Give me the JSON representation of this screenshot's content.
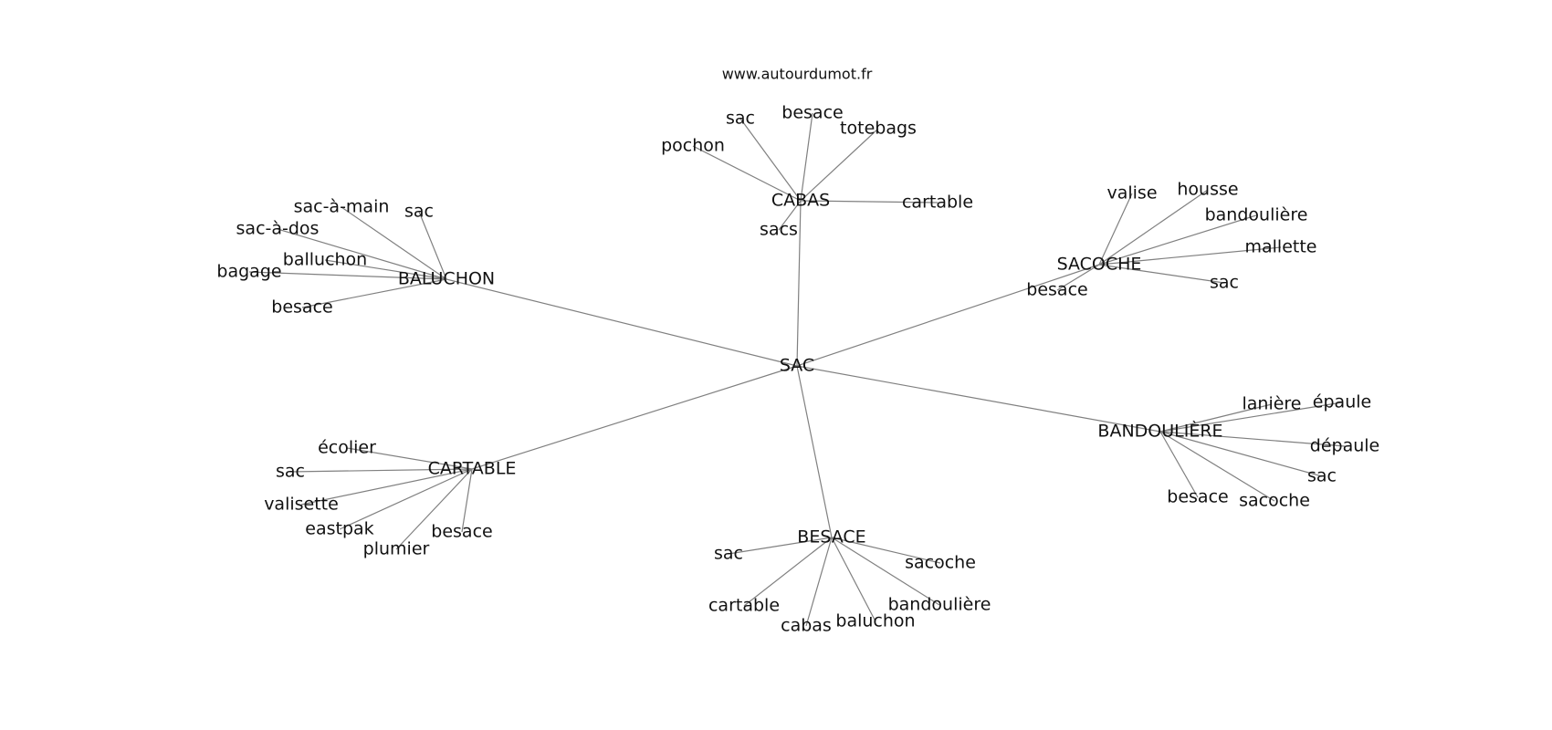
{
  "source": "www.autourdumot.fr",
  "nodes": [
    {
      "id": "SAC",
      "label": "SAC"
    },
    {
      "id": "CABAS",
      "label": "CABAS"
    },
    {
      "id": "BALUCHON",
      "label": "BALUCHON"
    },
    {
      "id": "SACOCHE",
      "label": "SACOCHE"
    },
    {
      "id": "BANDOULIERE",
      "label": "BANDOULIÈRE"
    },
    {
      "id": "BESACE",
      "label": "BESACE"
    },
    {
      "id": "CARTABLE",
      "label": "CARTABLE"
    },
    {
      "id": "cabas_sac",
      "label": "sac"
    },
    {
      "id": "cabas_besace",
      "label": "besace"
    },
    {
      "id": "cabas_totebags",
      "label": "totebags"
    },
    {
      "id": "cabas_pochon",
      "label": "pochon"
    },
    {
      "id": "cabas_cartable",
      "label": "cartable"
    },
    {
      "id": "cabas_sacs",
      "label": "sacs"
    },
    {
      "id": "bal_sacamain",
      "label": "sac-à-main"
    },
    {
      "id": "bal_sac",
      "label": "sac"
    },
    {
      "id": "bal_sacados",
      "label": "sac-à-dos"
    },
    {
      "id": "bal_balluchon",
      "label": "balluchon"
    },
    {
      "id": "bal_bagage",
      "label": "bagage"
    },
    {
      "id": "bal_besace",
      "label": "besace"
    },
    {
      "id": "sacoche_valise",
      "label": "valise"
    },
    {
      "id": "sacoche_housse",
      "label": "housse"
    },
    {
      "id": "sacoche_bandouliere",
      "label": "bandoulière"
    },
    {
      "id": "sacoche_mallette",
      "label": "mallette"
    },
    {
      "id": "sacoche_sac",
      "label": "sac"
    },
    {
      "id": "sacoche_besace",
      "label": "besace"
    },
    {
      "id": "band_laniere",
      "label": "lanière"
    },
    {
      "id": "band_epaule",
      "label": "épaule"
    },
    {
      "id": "band_depaule",
      "label": "dépaule"
    },
    {
      "id": "band_sac",
      "label": "sac"
    },
    {
      "id": "band_sacoche",
      "label": "sacoche"
    },
    {
      "id": "band_besace",
      "label": "besace"
    },
    {
      "id": "bes_sac",
      "label": "sac"
    },
    {
      "id": "bes_sacoche",
      "label": "sacoche"
    },
    {
      "id": "bes_cartable",
      "label": "cartable"
    },
    {
      "id": "bes_cabas",
      "label": "cabas"
    },
    {
      "id": "bes_baluchon",
      "label": "baluchon"
    },
    {
      "id": "bes_bandouliere",
      "label": "bandoulière"
    },
    {
      "id": "cart_ecolier",
      "label": "écolier"
    },
    {
      "id": "cart_sac",
      "label": "sac"
    },
    {
      "id": "cart_valisette",
      "label": "valisette"
    },
    {
      "id": "cart_eastpak",
      "label": "eastpak"
    },
    {
      "id": "cart_plumier",
      "label": "plumier"
    },
    {
      "id": "cart_besace",
      "label": "besace"
    }
  ],
  "edges": [
    [
      "SAC",
      "CABAS"
    ],
    [
      "SAC",
      "BALUCHON"
    ],
    [
      "SAC",
      "SACOCHE"
    ],
    [
      "SAC",
      "BANDOULIERE"
    ],
    [
      "SAC",
      "BESACE"
    ],
    [
      "SAC",
      "CARTABLE"
    ],
    [
      "CABAS",
      "cabas_sac"
    ],
    [
      "CABAS",
      "cabas_besace"
    ],
    [
      "CABAS",
      "cabas_totebags"
    ],
    [
      "CABAS",
      "cabas_pochon"
    ],
    [
      "CABAS",
      "cabas_cartable"
    ],
    [
      "CABAS",
      "cabas_sacs"
    ],
    [
      "BALUCHON",
      "bal_sacamain"
    ],
    [
      "BALUCHON",
      "bal_sac"
    ],
    [
      "BALUCHON",
      "bal_sacados"
    ],
    [
      "BALUCHON",
      "bal_balluchon"
    ],
    [
      "BALUCHON",
      "bal_bagage"
    ],
    [
      "BALUCHON",
      "bal_besace"
    ],
    [
      "SACOCHE",
      "sacoche_valise"
    ],
    [
      "SACOCHE",
      "sacoche_housse"
    ],
    [
      "SACOCHE",
      "sacoche_bandouliere"
    ],
    [
      "SACOCHE",
      "sacoche_mallette"
    ],
    [
      "SACOCHE",
      "sacoche_sac"
    ],
    [
      "SACOCHE",
      "sacoche_besace"
    ],
    [
      "BANDOULIERE",
      "band_laniere"
    ],
    [
      "BANDOULIERE",
      "band_epaule"
    ],
    [
      "BANDOULIERE",
      "band_depaule"
    ],
    [
      "BANDOULIERE",
      "band_sac"
    ],
    [
      "BANDOULIERE",
      "band_sacoche"
    ],
    [
      "BANDOULIERE",
      "band_besace"
    ],
    [
      "BESACE",
      "bes_sac"
    ],
    [
      "BESACE",
      "bes_sacoche"
    ],
    [
      "BESACE",
      "bes_cartable"
    ],
    [
      "BESACE",
      "bes_cabas"
    ],
    [
      "BESACE",
      "bes_baluchon"
    ],
    [
      "BESACE",
      "bes_bandouliere"
    ],
    [
      "CARTABLE",
      "cart_ecolier"
    ],
    [
      "CARTABLE",
      "cart_sac"
    ],
    [
      "CARTABLE",
      "cart_valisette"
    ],
    [
      "CARTABLE",
      "cart_eastpak"
    ],
    [
      "CARTABLE",
      "cart_plumier"
    ],
    [
      "CARTABLE",
      "cart_besace"
    ]
  ]
}
